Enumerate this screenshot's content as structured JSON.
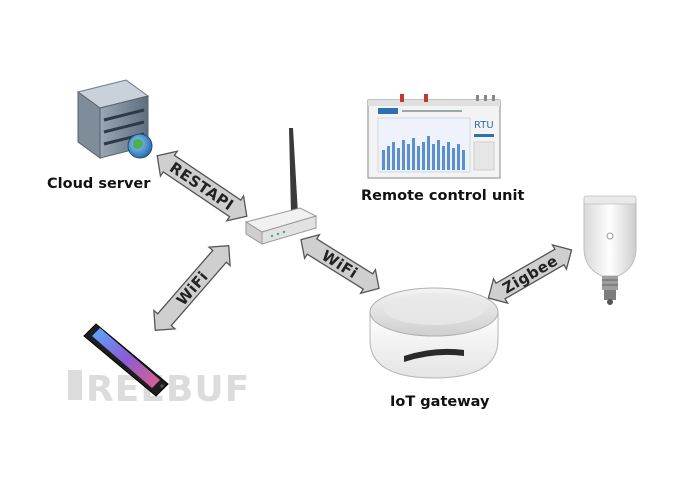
{
  "labels": {
    "cloud_server": "Cloud server",
    "remote_control_unit": "Remote control unit",
    "iot_gateway": "IoT gateway"
  },
  "links": {
    "restapi": "RESTAPI",
    "wifi_gateway": "WiFi",
    "wifi_phone": "WiFi",
    "zigbee": "Zigbee"
  },
  "rtu": {
    "brand": "RTU"
  },
  "watermark": "REEBUF",
  "colors": {
    "arrow_fill": "#cfcfcf",
    "arrow_stroke": "#555555",
    "server_blue": "#2e6fae",
    "rtu_screen": "#5b8fd0",
    "phone_body": "#1e1e1e"
  }
}
